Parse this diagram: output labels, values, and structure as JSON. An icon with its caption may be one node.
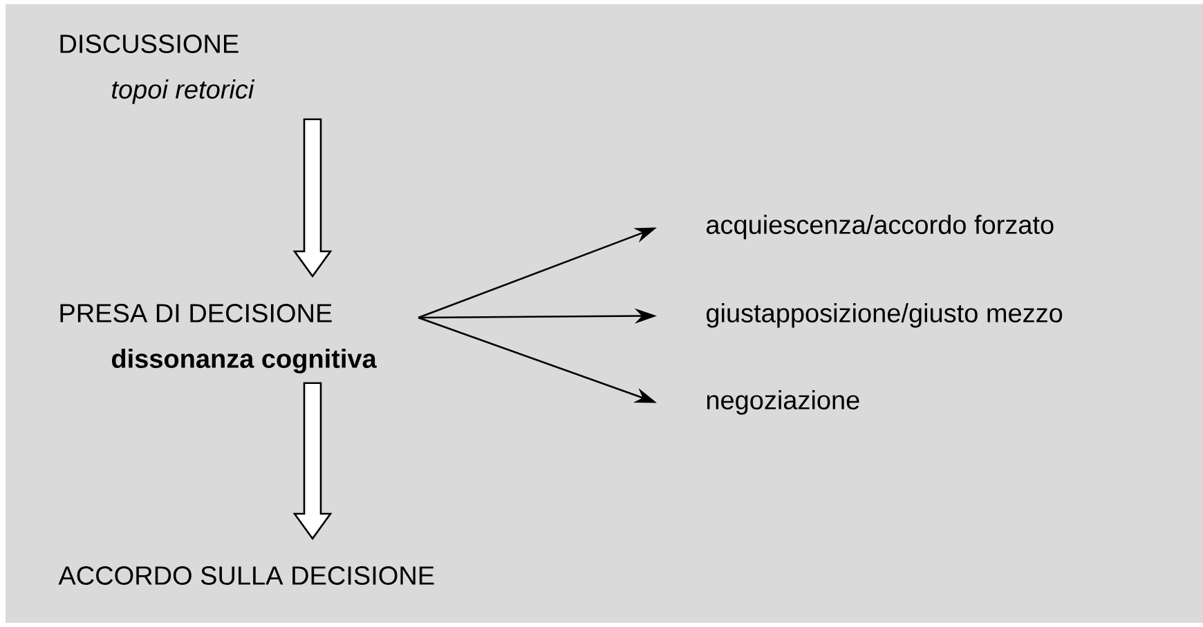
{
  "diagram": {
    "nodes": [
      {
        "text": [
          "DISCUSSIONE",
          "topoi retorici"
        ]
      },
      {
        "text": [
          "PRESA DI DECISIONE",
          "dissonanza cognitiva"
        ]
      },
      {
        "text": [
          "ACCORDO SULLA DECISIONE"
        ]
      },
      {
        "text": [
          "acquiescenza/accordo forzato"
        ]
      },
      {
        "text": [
          "giustapposizione/giusto mezzo"
        ]
      },
      {
        "text": [
          "negoziazione"
        ]
      }
    ],
    "edges": [
      {
        "from": 0,
        "to": 1,
        "arrow": "to",
        "style": "thick"
      },
      {
        "from": 1,
        "to": 2,
        "arrow": "to",
        "style": "thick"
      },
      {
        "from": 1,
        "to": 3,
        "arrow": "to"
      },
      {
        "from": 1,
        "to": 4,
        "arrow": "to"
      },
      {
        "from": 1,
        "to": 5,
        "arrow": "to"
      }
    ]
  }
}
